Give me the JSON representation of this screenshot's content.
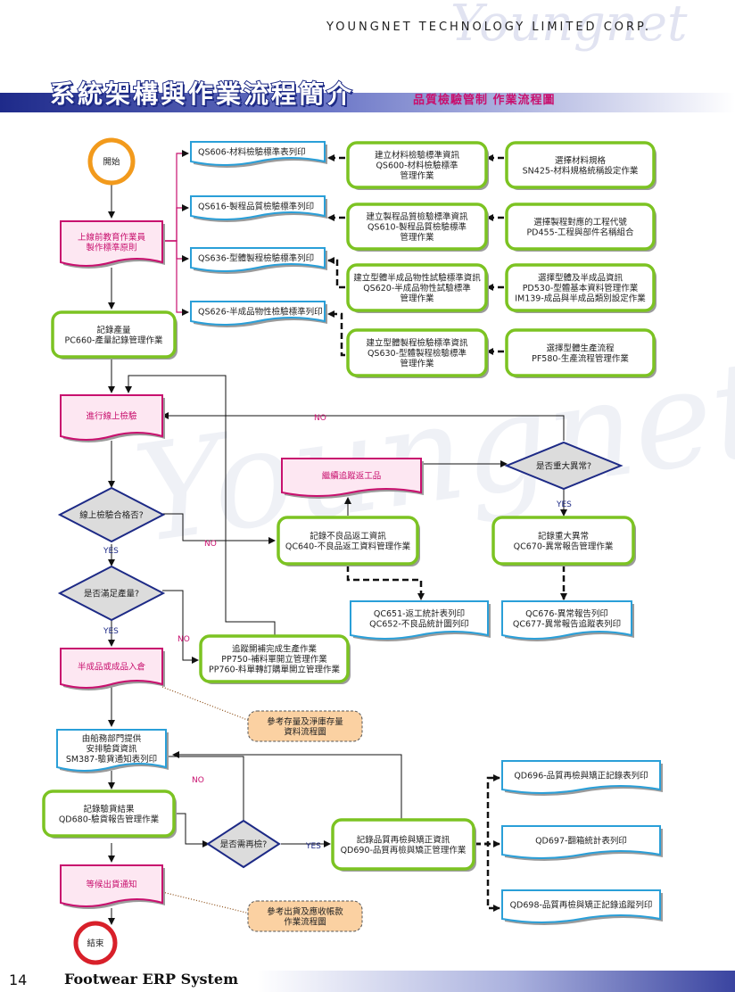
{
  "header": {
    "company": "YOUNGNET TECHNOLOGY LIMITED CORP.",
    "logo_text": "Youngnet",
    "main_title": "系統架構與作業流程簡介",
    "sub_title": "品質檢驗管制  作業流程圖"
  },
  "watermark": "Youngnet",
  "nodes": {
    "start": "開始",
    "end": "結束",
    "edu": [
      "上線前教育作業員",
      "製作標準原則"
    ],
    "rec_prod": [
      "記錄產量",
      "PC660-產量記錄管理作業"
    ],
    "online_check": "進行線上檢驗",
    "pass_q": "線上檢驗合格否?",
    "meet_q": "是否滿足產量?",
    "stock_in": "半成品或成品入倉",
    "ship_arr": [
      "由船務部門提供",
      "安排驗貨資訊",
      "SM387-驗貨通知表列印"
    ],
    "rec_insp": [
      "記錄驗貨結果",
      "QD680-驗貨報告管理作業"
    ],
    "wait_ship": "等候出貨通知",
    "recheck_q": "是否需再檢?",
    "qd690": [
      "記錄品質再檢與矯正資訊",
      "QD690-品質再檢與矯正管理作業"
    ],
    "qs606": "QS606-材料檢驗標準表列印",
    "qs616": "QS616-製程品質檢驗標準列印",
    "qs636": "QS636-型體製程檢驗標準列印",
    "qs626": "QS626-半成品物性檢驗標準列印",
    "qs600": [
      "建立材料檢驗標準資訊",
      "QS600-材料檢驗標準",
      "管理作業"
    ],
    "qs610": [
      "建立製程品質檢驗標準資訊",
      "QS610-製程品質檢驗標準",
      "管理作業"
    ],
    "qs620": [
      "建立型體半成品物性試驗標準資訊",
      "QS620-半成品物性試驗標準",
      "管理作業"
    ],
    "qs630": [
      "建立型體製程檢驗標準資訊",
      "QS630-型體製程檢驗標準",
      "管理作業"
    ],
    "sn425": [
      "選擇材料規格",
      "SN425-材料規格統稱設定作業"
    ],
    "pd455": [
      "選擇製程對應的工程代號",
      "PD455-工程與部件名稱組合"
    ],
    "pd530": [
      "選擇型體及半成品資訊",
      "PD530-型體基本資料管理作業",
      "IM139-成品與半成品類別設定作業"
    ],
    "pf580": [
      "選擇型體生產流程",
      "PF580-生產流程管理作業"
    ],
    "continue_rework": "繼續追蹤返工品",
    "major_q": "是否重大異常?",
    "qc640": [
      "記錄不良品返工資訊",
      "QC640-不良品返工資料管理作業"
    ],
    "qc670": [
      "記錄重大異常",
      "QC670-異常報告管理作業"
    ],
    "qc651": [
      "QC651-返工統計表列印",
      "QC652-不良品統計圖列印"
    ],
    "qc676": [
      "QC676-異常報告列印",
      "QC677-異常報告追蹤表列印"
    ],
    "pp750": [
      "追蹤開補完成生產作業",
      "PP750-補料單開立管理作業",
      "PP760-料單轉訂購單開立管理作業"
    ],
    "note_stock": [
      "參考存量及淨庫存量",
      "資料流程圖"
    ],
    "note_ship": [
      "參考出貨及應收帳款",
      "作業流程圖"
    ],
    "qd696": "QD696-品質再檢與矯正記錄表列印",
    "qd697": "QD697-翻箱統計表列印",
    "qd698": "QD698-品質再檢與矯正記錄追蹤列印"
  },
  "edge_labels": {
    "yes": "YES",
    "no": "NO"
  },
  "footer": {
    "page_number": "14",
    "title": "Footwear ERP System"
  },
  "colors": {
    "navy": "#1d2a86",
    "magenta": "#c8106e",
    "green_border": "#7cc322",
    "blue_doc": "#2a9fd8",
    "start_orange": "#f29a1c",
    "end_red": "#d8202a",
    "pink_fill": "#fde7f2",
    "note_fill": "#fbd1a2"
  }
}
